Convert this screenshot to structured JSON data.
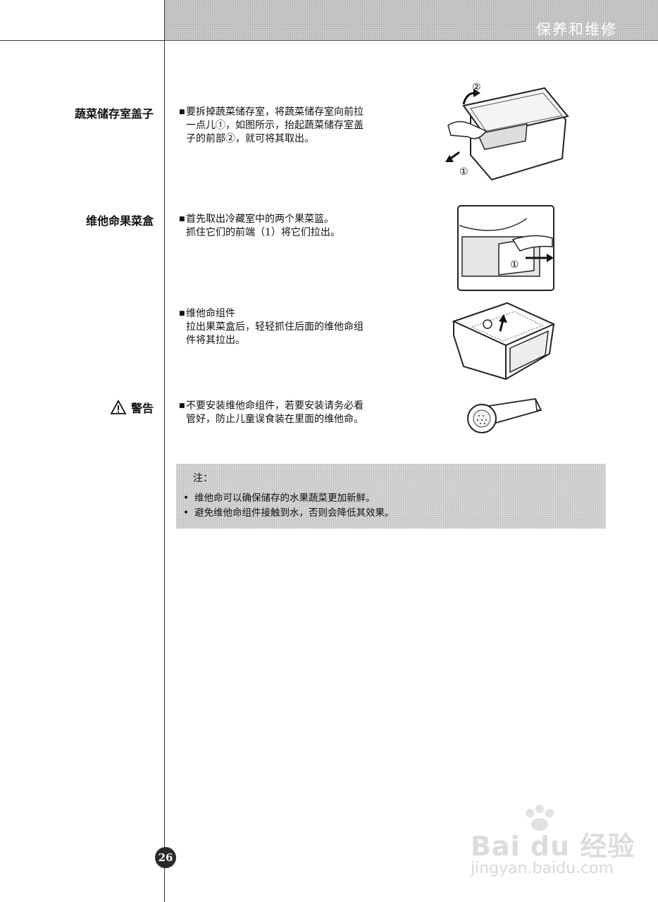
{
  "header": {
    "title": "保养和维修"
  },
  "sections": [
    {
      "label": "蔬菜储存室盖子",
      "lines": [
        "要拆掉蔬菜储存室，将蔬菜储存室向前拉",
        "一点儿①，如图所示，抬起蔬菜储存室盖",
        "子的前部②，就可将其取出。"
      ],
      "figure_labels": [
        "②",
        "①"
      ]
    },
    {
      "label": "维他命果菜盒",
      "lines": [
        "首先取出冷藏室中的两个果菜篮。",
        "抓住它们的前端（1）将它们拉出。"
      ],
      "figure_labels": [
        "①"
      ]
    },
    {
      "label": "",
      "lines": [
        "维他命组件",
        "拉出果菜盒后，轻轻抓住后面的维他命组",
        "件将其拉出。"
      ]
    },
    {
      "label": "警告",
      "lines": [
        "不要安装维他命组件，若要安装请务必看",
        "管好，防止儿童误食装在里面的维他命。"
      ]
    }
  ],
  "note": {
    "title": "注：",
    "items": [
      "维他命可以确保储存的水果蔬菜更加新鲜。",
      "避免维他命组件接触到水，否则会降低其效果。"
    ]
  },
  "page_number": "26",
  "watermark": {
    "logo": "Bai du 经验",
    "url": "jingyan.baidu.com"
  },
  "icons": {
    "warning": "warning-triangle-icon"
  }
}
